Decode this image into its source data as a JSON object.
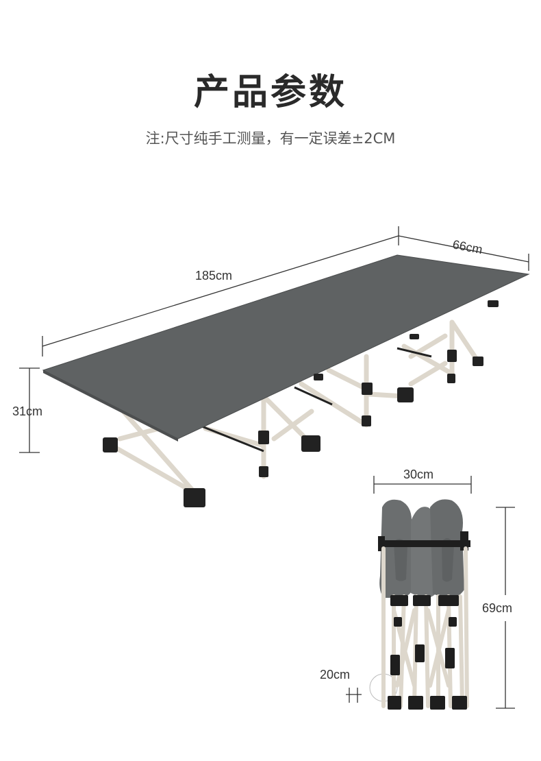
{
  "header": {
    "title": "产品参数",
    "note": "注:尺寸纯手工测量，有一定误差±2CM"
  },
  "unfolded_bed": {
    "length_label": "185cm",
    "width_label": "66cm",
    "height_label": "31cm"
  },
  "folded_bed": {
    "width_label": "30cm",
    "height_label": "69cm",
    "depth_label": "20cm"
  },
  "colors": {
    "fabric": "#5f6263",
    "frame": "#ddd7cc",
    "joint": "#222222",
    "dimension_line": "#333333"
  }
}
